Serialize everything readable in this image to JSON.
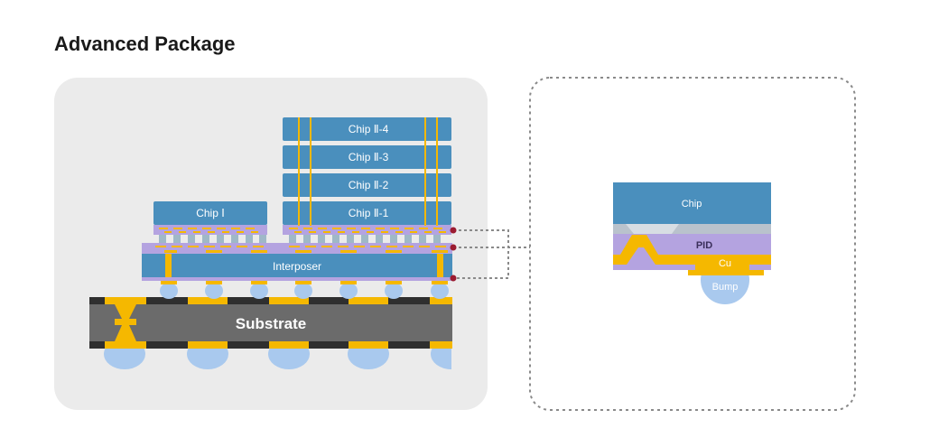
{
  "title": "Advanced Package",
  "left_panel": {
    "substrate_label": "Substrate",
    "interposer_label": "Interposer",
    "chip1_label": "Chip Ⅰ",
    "chip2_labels": [
      "Chip Ⅱ-4",
      "Chip Ⅱ-3",
      "Chip Ⅱ-2",
      "Chip Ⅱ-1"
    ]
  },
  "detail_panel": {
    "chip_label": "Chip",
    "pid_label": "PID",
    "cu_label": "Cu",
    "bump_label": "Bump"
  },
  "colors": {
    "chip_blue": "#4a8fbd",
    "gold": "#f5b800",
    "purple": "#b4a3e0",
    "bump_blue": "#a9c9ee",
    "substrate_gray": "#6b6b6b",
    "panel_gray": "#ebebeb",
    "marker_red": "#9b1b30"
  }
}
